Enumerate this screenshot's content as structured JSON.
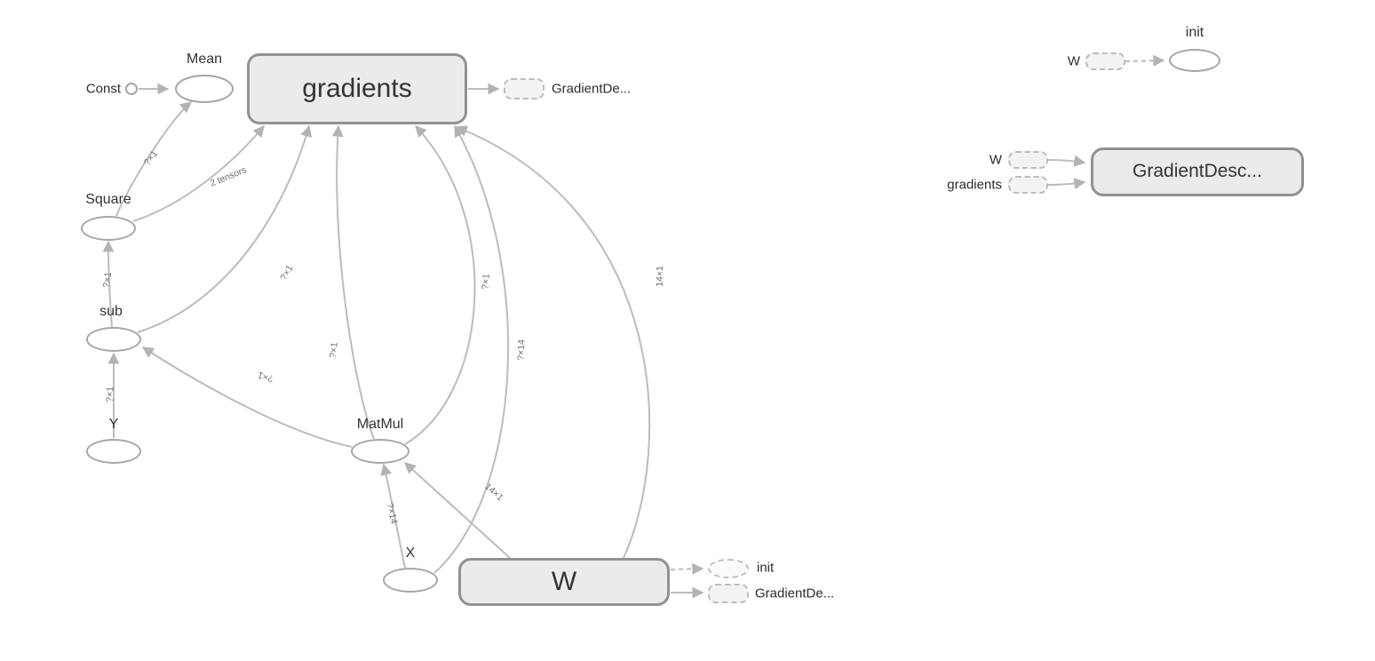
{
  "graph": {
    "nodes": {
      "const": "Const",
      "mean": "Mean",
      "gradients": "gradients",
      "square": "Square",
      "sub": "sub",
      "y": "Y",
      "matmul": "MatMul",
      "x": "X",
      "w": "W"
    },
    "annotations": {
      "gradients_out": "GradientDe...",
      "w_init": "init",
      "w_grad_out": "GradientDe..."
    },
    "edge_labels": {
      "square_to_mean": "?×1",
      "square_to_gradients": "2 tensors",
      "sub_to_square": "?×1",
      "y_to_sub": "?×1",
      "matmul_to_sub": "?×1",
      "sub_to_gradients": "?×1",
      "matmul_to_gradients_a": "?×1",
      "matmul_to_gradients_b": "?×1",
      "x_to_matmul": "?×14",
      "x_to_gradients": "?×14",
      "w_to_matmul": "14×1",
      "w_to_gradients": "14×1"
    }
  },
  "auxiliary": {
    "init_group": {
      "node": "init",
      "input": "W"
    },
    "gradient_descent_group": {
      "node": "GradientDesc...",
      "inputs": [
        "W",
        "gradients"
      ]
    }
  },
  "colors": {
    "edge": "#bcbcbc",
    "node_border": "#a5a5a5",
    "node_fill": "#ffffff",
    "namespace_fill": "#ebebeb",
    "namespace_border": "#919191",
    "label_text": "#333333",
    "edge_label_text": "#6e6e6e",
    "background": "#ffffff"
  }
}
